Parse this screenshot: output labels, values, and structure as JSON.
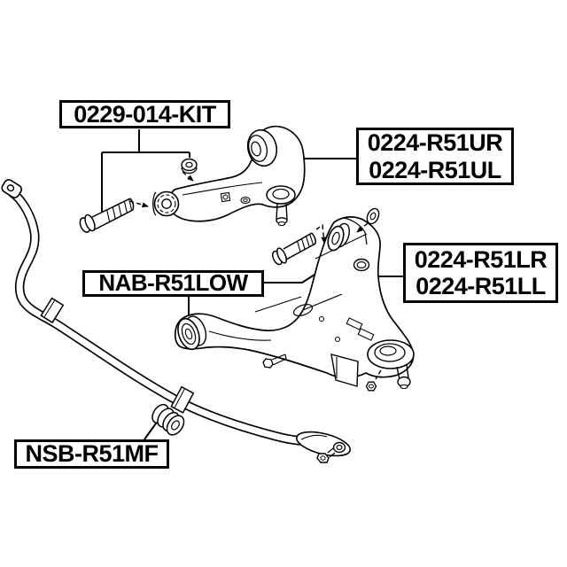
{
  "colors": {
    "background": "#ffffff",
    "line": "#000000",
    "label_border": "#000000",
    "label_text": "#000000",
    "label_background": "#ffffff"
  },
  "labels": {
    "bushing_kit": {
      "text": "0229-014-KIT"
    },
    "upper_control_arm": {
      "line1": "0224-R51UR",
      "line2": "0224-R51UL"
    },
    "lower_arm_bushing": {
      "text": "NAB-R51LOW"
    },
    "lower_control_arm": {
      "line1": "0224-R51LR",
      "line2": "0224-R51LL"
    },
    "stabilizer_bushing": {
      "text": "NSB-R51MF"
    }
  }
}
